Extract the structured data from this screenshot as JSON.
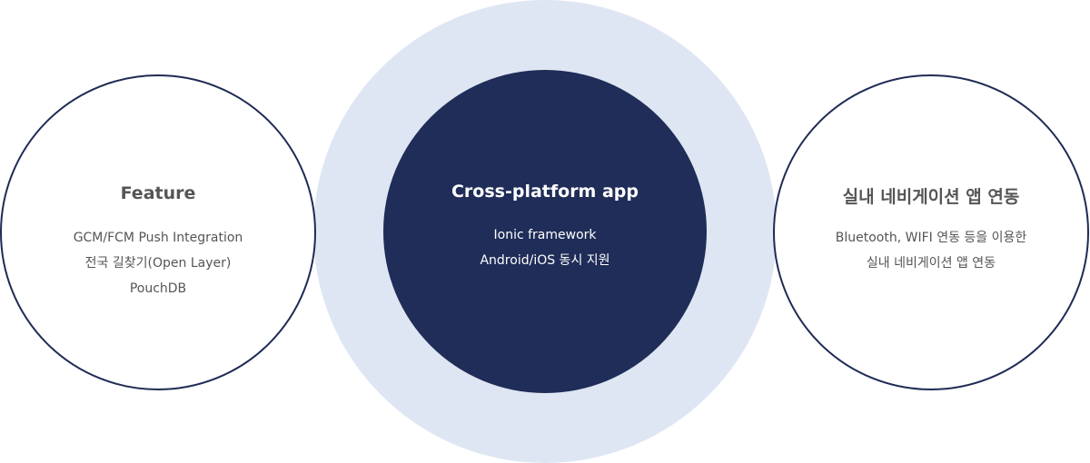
{
  "colors": {
    "halo": "#dfe6f3",
    "navy": "#1f2d58",
    "outline": "#1f2b55",
    "side_text": "#555555",
    "center_text": "#ffffff"
  },
  "left": {
    "title": "Feature",
    "lines": [
      "GCM/FCM Push Integration",
      "전국 길찾기(Open Layer)",
      "PouchDB"
    ]
  },
  "center": {
    "title": "Cross-platform app",
    "lines": [
      "Ionic framework",
      "Android/iOS 동시 지원"
    ]
  },
  "right": {
    "title": "실내 네비게이션 앱 연동",
    "lines": [
      "Bluetooth, WIFI 연동 등을 이용한",
      "실내 네비게이션 앱 연동"
    ]
  }
}
